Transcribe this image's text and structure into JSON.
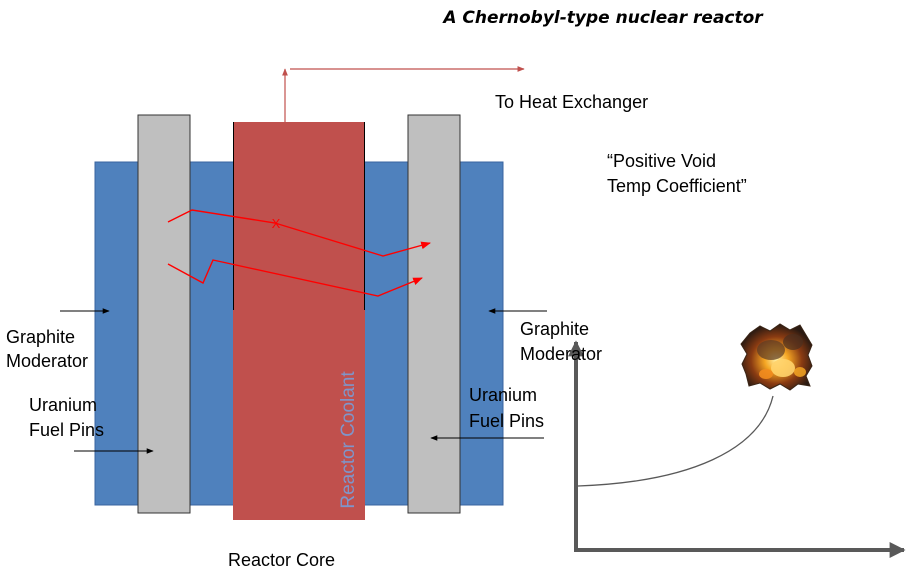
{
  "title": "A Chernobyl-type nuclear reactor",
  "labels": {
    "heat_exchanger": "To Heat Exchanger",
    "void_coeff_line1": "“Positive Void",
    "void_coeff_line2": "Temp Coefficient”",
    "graphite_left_line1": "Graphite",
    "graphite_left_line2": "Moderator",
    "uranium_left_line1": "Uranium",
    "uranium_left_line2": "Fuel Pins",
    "graphite_right_line1": "Graphite",
    "graphite_right_line2": "Moderator",
    "uranium_right_line1": "Uranium",
    "uranium_right_line2": "Fuel Pins",
    "reactor_coolant": "Reactor Coolant",
    "reactor_core": "Reactor Core",
    "neutron_absorbed_mark": "X"
  },
  "colors": {
    "graphite": "#4f81bd",
    "fuel_pin": "#bfbfbf",
    "coolant": "#c0504d",
    "neutron_path": "#ff0000",
    "pipe": "#c0504d",
    "axes": "#595959"
  },
  "icons": {
    "explosion": "explosion-icon"
  }
}
